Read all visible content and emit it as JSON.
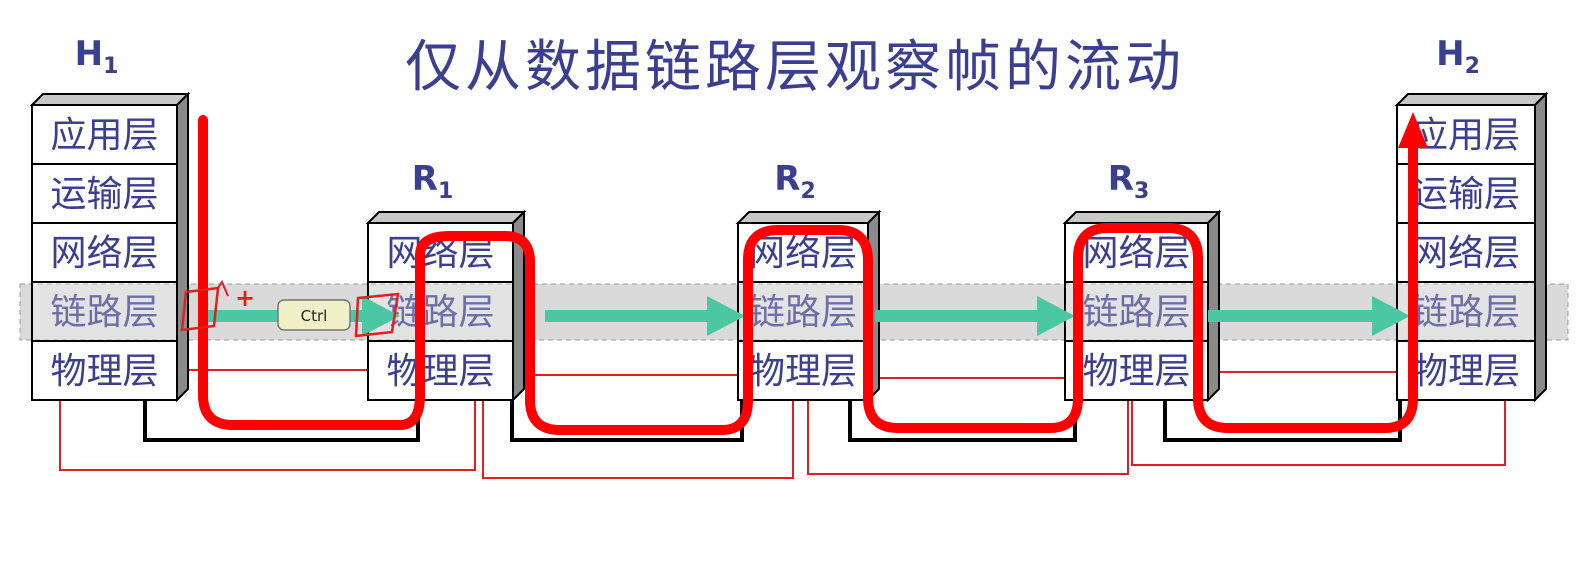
{
  "title": "仅从数据链路层观察帧的流动",
  "nodes": [
    {
      "id": "H1",
      "label": "H",
      "sub": "1",
      "layers": [
        "应用层",
        "运输层",
        "网络层",
        "链路层",
        "物理层"
      ]
    },
    {
      "id": "R1",
      "label": "R",
      "sub": "1",
      "layers": [
        "网络层",
        "链路层",
        "物理层"
      ]
    },
    {
      "id": "R2",
      "label": "R",
      "sub": "2",
      "layers": [
        "网络层",
        "链路层",
        "物理层"
      ]
    },
    {
      "id": "R3",
      "label": "R",
      "sub": "3",
      "layers": [
        "网络层",
        "链路层",
        "物理层"
      ]
    },
    {
      "id": "H2",
      "label": "H",
      "sub": "2",
      "layers": [
        "应用层",
        "运输层",
        "网络层",
        "链路层",
        "物理层"
      ]
    }
  ],
  "annotations": {
    "key_badge": "Ctrl",
    "plus_mark": "+"
  },
  "colors": {
    "title": "#3b3f8f",
    "layer_text": "#3b3f8f",
    "node_label": "#3b3f8f",
    "link_band": "#d4d4d4",
    "arrow": "#4cc7a4",
    "red_path": "#ff0000",
    "annotation_red": "#e02020",
    "cable": "#000000"
  }
}
